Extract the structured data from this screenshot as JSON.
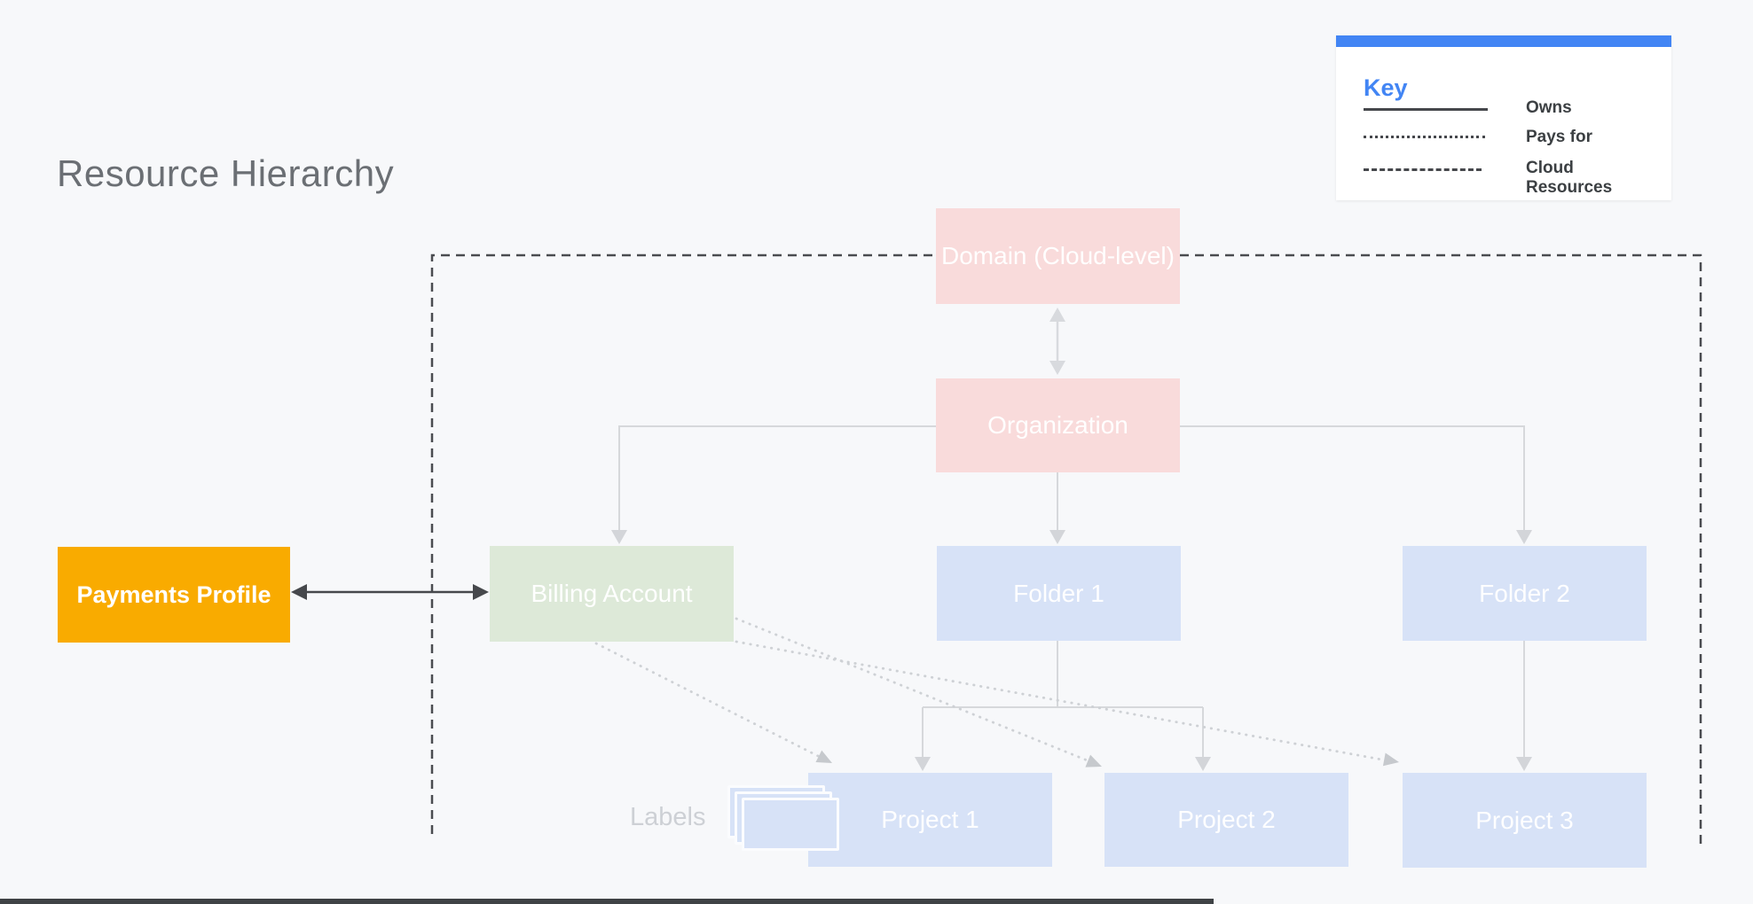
{
  "title": "Resource Hierarchy",
  "legend": {
    "heading": "Key",
    "items": [
      {
        "line_style": "solid",
        "label": "Owns"
      },
      {
        "line_style": "dotted",
        "label": "Pays for"
      },
      {
        "line_style": "dashed",
        "label": "Cloud Resources"
      }
    ]
  },
  "nodes": {
    "domain": {
      "label": "Domain (Cloud-level)",
      "color": "#f9dbdb"
    },
    "organization": {
      "label": "Organization",
      "color": "#f9dbdb"
    },
    "payments_profile": {
      "label": "Payments Profile",
      "color": "#f9ab00"
    },
    "billing_account": {
      "label": "Billing Account",
      "color": "#dde9d8"
    },
    "folder1": {
      "label": "Folder 1",
      "color": "#d7e2f7"
    },
    "folder2": {
      "label": "Folder 2",
      "color": "#d7e2f7"
    },
    "project1": {
      "label": "Project 1",
      "color": "#d7e2f7"
    },
    "project2": {
      "label": "Project 2",
      "color": "#d7e2f7"
    },
    "project3": {
      "label": "Project 3",
      "color": "#d7e2f7"
    }
  },
  "annotations": {
    "labels_caption": "Labels"
  },
  "colors": {
    "background": "#f7f8fa",
    "accent_blue": "#4285f4",
    "dark_line": "#46484c",
    "light_connector": "#d6d8db",
    "dotted_connector": "#ced1d5",
    "title_gray": "#6b6f74"
  }
}
